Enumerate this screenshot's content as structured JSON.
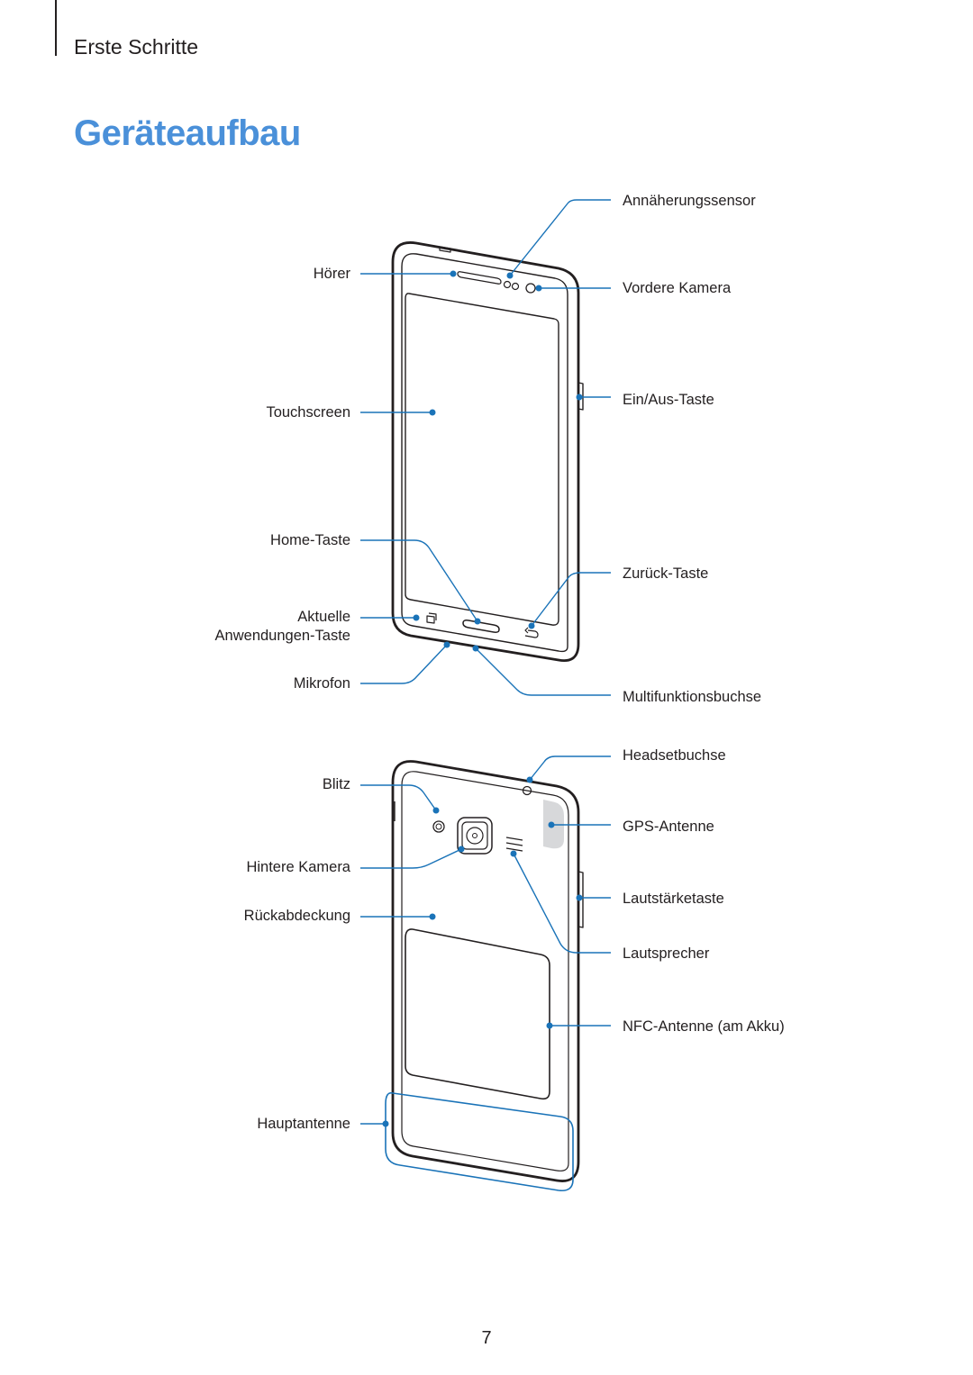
{
  "header": {
    "section": "Erste Schritte",
    "title": "Geräteaufbau"
  },
  "front_labels": {
    "proximity_sensor": "Annäherungssensor",
    "earpiece": "Hörer",
    "front_camera": "Vordere Kamera",
    "power_key": "Ein/Aus-Taste",
    "touchscreen": "Touchscreen",
    "home_key": "Home-Taste",
    "back_key": "Zurück-Taste",
    "recent_apps_line1": "Aktuelle",
    "recent_apps_line2": "Anwendungen-Taste",
    "microphone": "Mikrofon",
    "multipurpose_jack": "Multifunktionsbuchse"
  },
  "back_labels": {
    "headset_jack": "Headsetbuchse",
    "flash": "Blitz",
    "gps_antenna": "GPS-Antenne",
    "rear_camera": "Hintere Kamera",
    "volume_key": "Lautstärketaste",
    "back_cover": "Rückabdeckung",
    "speaker": "Lautsprecher",
    "nfc_antenna": "NFC-Antenne (am Akku)",
    "main_antenna": "Hauptantenne"
  },
  "colors": {
    "accent": "#4a90d9",
    "callout": "#1a73b8",
    "line": "#231f20"
  },
  "footer": {
    "page_number": "7"
  }
}
